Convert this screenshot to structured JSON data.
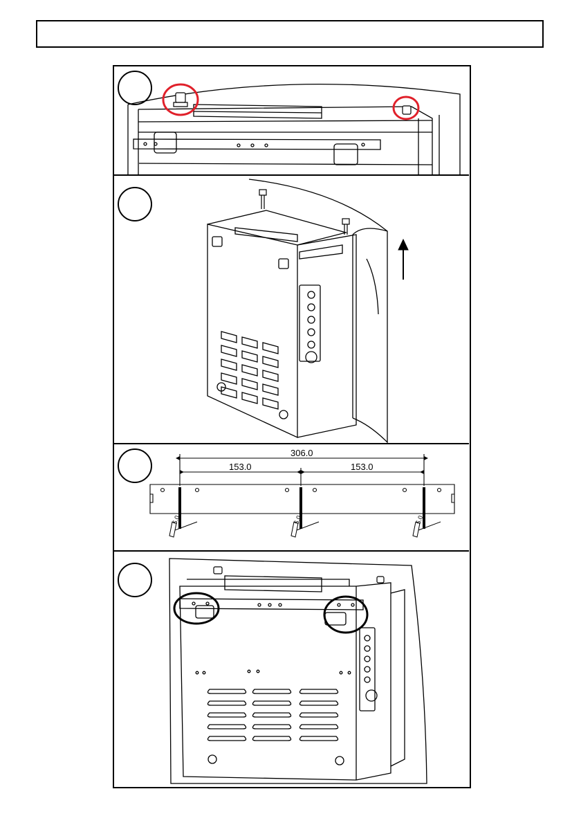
{
  "header": {
    "title": ""
  },
  "steps": [
    {
      "label": ""
    },
    {
      "label": ""
    },
    {
      "label": ""
    },
    {
      "label": ""
    }
  ],
  "dimensions": {
    "total": "306.0",
    "left_half": "153.0",
    "right_half": "153.0"
  },
  "tool_size": "5.0",
  "colors": {
    "highlight_red": "#e0202a",
    "highlight_black": "#000000",
    "line": "#000000"
  }
}
